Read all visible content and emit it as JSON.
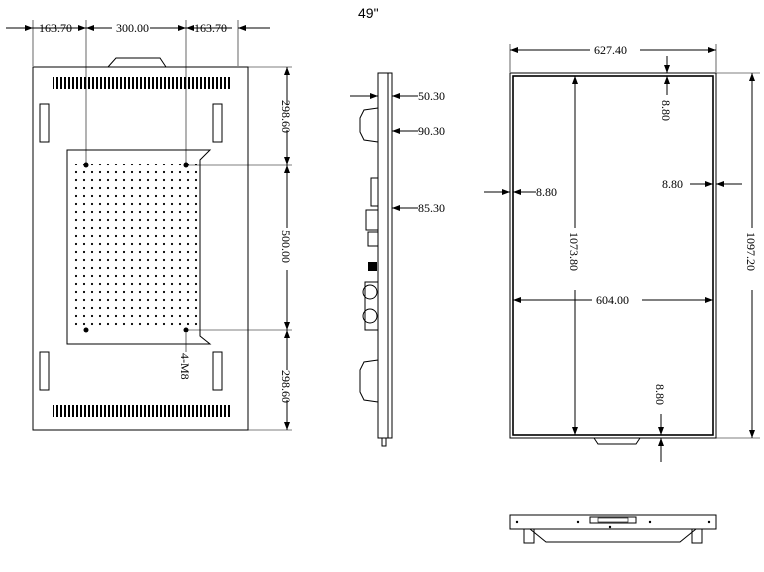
{
  "title": "49\"",
  "front": {
    "left_offset": "163.70",
    "hole_spacing_h": "300.00",
    "right_offset": "163.70",
    "top_offset": "298.60",
    "hole_spacing_v": "500.00",
    "bottom_offset": "298.60",
    "screw_label": "4-M8"
  },
  "side": {
    "depth_1": "50.30",
    "depth_2": "90.30",
    "depth_3": "85.30"
  },
  "back": {
    "outer_width": "627.40",
    "top_bezel": "8.80",
    "left_bezel": "8.80",
    "right_bezel": "8.80",
    "bottom_bezel": "8.80",
    "inner_height": "1073.80",
    "inner_width": "604.00",
    "outer_height": "1097.20"
  }
}
